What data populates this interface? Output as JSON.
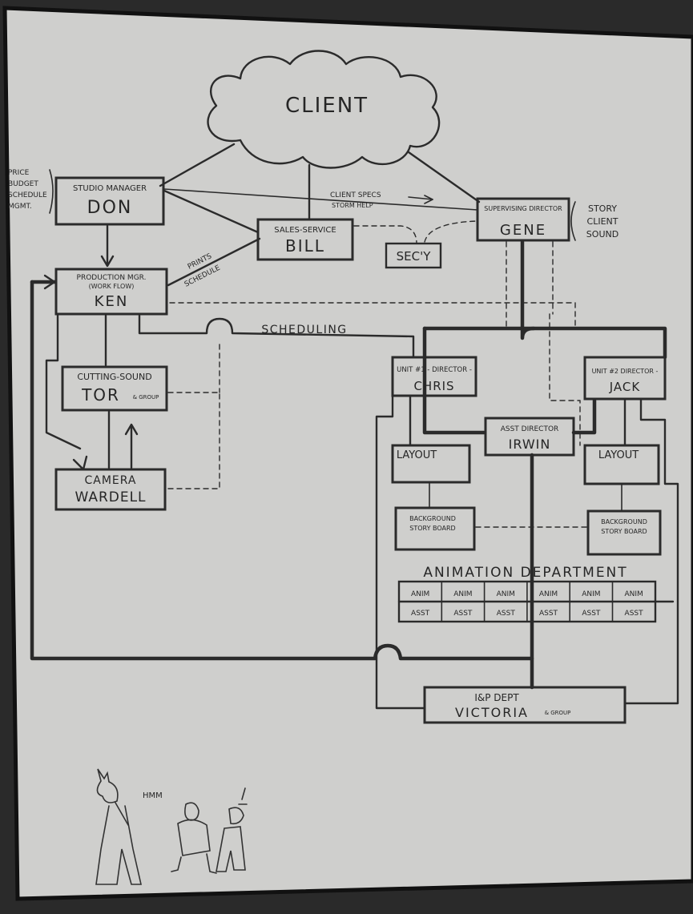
{
  "client": "CLIENT",
  "studio_manager": {
    "title": "STUDIO MANAGER",
    "name": "DON"
  },
  "don_notes": [
    "PRICE",
    "BUDGET",
    "SCHEDULE",
    "MGMT."
  ],
  "client_specs": "CLIENT SPECS",
  "storm_help": "STORM HELP",
  "sales_service": {
    "title": "SALES-SERVICE",
    "name": "BILL"
  },
  "sec": "SEC'Y",
  "supervising_director": {
    "title": "SUPERVISING DIRECTOR",
    "name": "GENE"
  },
  "gene_notes": [
    "STORY",
    "CLIENT",
    "SOUND"
  ],
  "production_mgr": {
    "title": "PRODUCTION MGR.",
    "subtitle": "(WORK FLOW)",
    "name": "KEN"
  },
  "prints_schedule": [
    "PRINTS",
    "SCHEDULE"
  ],
  "scheduling": "SCHEDULING",
  "cutting_sound": {
    "title": "CUTTING-SOUND",
    "name": "TOR",
    "group": "& GROUP"
  },
  "camera": {
    "title": "CAMERA",
    "name": "WARDELL"
  },
  "unit1": {
    "title": "UNIT #1 - DIRECTOR -",
    "name": "CHRIS"
  },
  "unit2": {
    "title": "UNIT #2 DIRECTOR -",
    "name": "JACK"
  },
  "asst_director": {
    "title": "ASST DIRECTOR",
    "name": "IRWIN"
  },
  "layout_left": "LAYOUT",
  "layout_right": "LAYOUT",
  "background_left": [
    "BACKGROUND",
    "STORY BOARD"
  ],
  "background_right": [
    "BACKGROUND",
    "STORY BOARD"
  ],
  "animation_department": "ANIMATION DEPARTMENT",
  "anim_row": [
    "ANIM",
    "ANIM",
    "ANIM",
    "ANIM",
    "ANIM",
    "ANIM"
  ],
  "asst_row": [
    "ASST",
    "ASST",
    "ASST",
    "ASST",
    "ASST",
    "ASST"
  ],
  "ip_dept": {
    "title": "I&P DEPT",
    "name": "VICTORIA",
    "group": "& GROUP"
  },
  "hmm": "HMM"
}
